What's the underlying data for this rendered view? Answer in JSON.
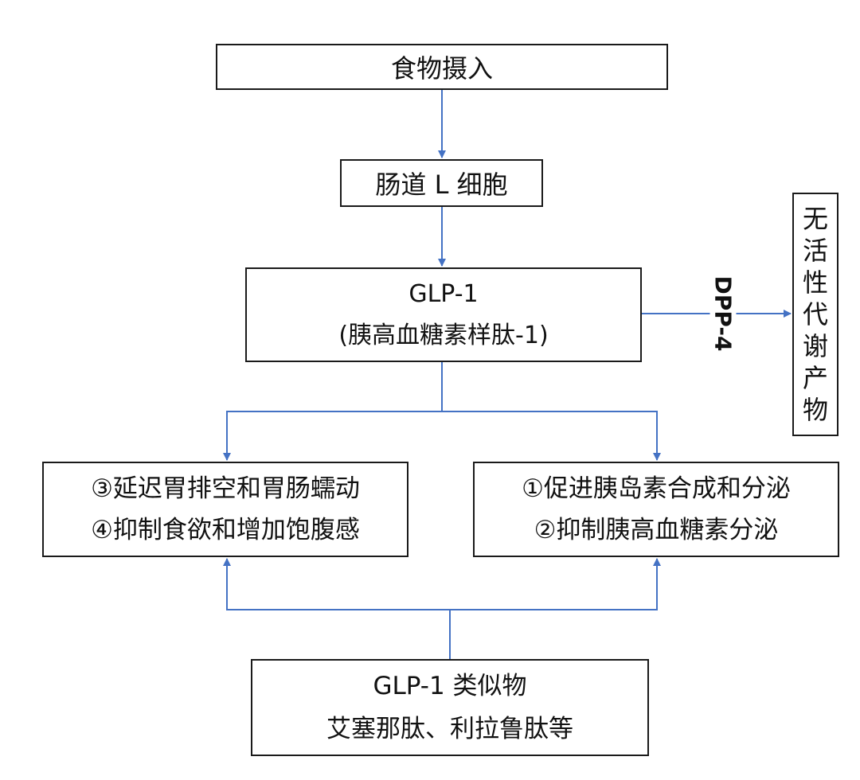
{
  "colors": {
    "connector": "#4472C4",
    "border": "#1a1a1a",
    "text": "#111111",
    "background": "#ffffff"
  },
  "nodes": {
    "food_intake": "食物摄入",
    "l_cell": "肠道 L 细胞",
    "glp1": {
      "line1": "GLP-1",
      "line2": "(胰高血糖素样肽-1)"
    },
    "inactive_metabolite": [
      "无",
      "活",
      "性",
      "代",
      "谢",
      "产",
      "物"
    ],
    "dpp4_label": "DPP-4",
    "left_effects": {
      "line1": "③延迟胃排空和胃肠蠕动",
      "line2": "④抑制食欲和增加饱腹感"
    },
    "right_effects": {
      "line1": "①促进胰岛素合成和分泌",
      "line2": "②抑制胰高血糖素分泌"
    },
    "analogs": {
      "line1": "GLP-1 类似物",
      "line2": "艾塞那肽、利拉鲁肽等"
    }
  }
}
